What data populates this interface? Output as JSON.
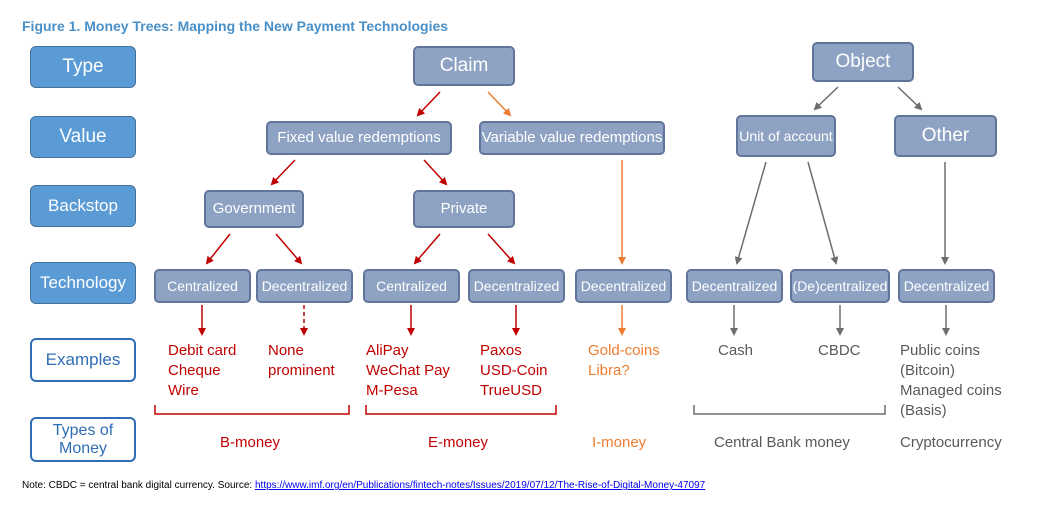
{
  "title": "Figure 1. Money Trees: Mapping the New Payment Technologies",
  "row_labels": {
    "type": "Type",
    "value": "Value",
    "backstop": "Backstop",
    "technology": "Technology",
    "examples": "Examples",
    "types_of_money": "Types of Money"
  },
  "nodes": {
    "claim": "Claim",
    "object": "Object",
    "fixed_value": "Fixed value redemptions",
    "variable_value": "Variable value redemptions",
    "unit_of_account": "Unit of account",
    "other": "Other",
    "government": "Government",
    "private": "Private",
    "tech": [
      "Centralized",
      "Decentralized",
      "Centralized",
      "Decentralized",
      "Decentralized",
      "Decentralized",
      "(De)centralized",
      "Decentralized"
    ]
  },
  "examples": {
    "gov_central": [
      "Debit card",
      "Cheque",
      "Wire"
    ],
    "gov_decentral": [
      "None",
      "prominent"
    ],
    "priv_central": [
      "AliPay",
      "WeChat Pay",
      "M-Pesa"
    ],
    "priv_decentral": [
      "Paxos",
      "USD-Coin",
      "TrueUSD"
    ],
    "variable": [
      "Gold-coins",
      "Libra?"
    ],
    "cash": [
      "Cash"
    ],
    "cbdc": [
      "CBDC"
    ],
    "crypto": [
      "Public coins",
      "(Bitcoin)",
      "Managed coins",
      "(Basis)"
    ]
  },
  "money_types": {
    "b_money": "B-money",
    "e_money": "E-money",
    "i_money": "I-money",
    "central_bank": "Central Bank money",
    "crypto": "Cryptocurrency"
  },
  "note": {
    "text": "Note: CBDC = central bank digital currency.   Source: ",
    "link": "https://www.imf.org/en/Publications/fintech-notes/Issues/2019/07/12/The-Rise-of-Digital-Money-47097"
  },
  "colors": {
    "row_label_fill": "#5b9bd5",
    "node_fill": "#8ea3c3",
    "node_border": "#61759a",
    "red": "#c00000",
    "orange": "#ed7d31",
    "gray": "#595959",
    "title": "#4a90c8"
  }
}
